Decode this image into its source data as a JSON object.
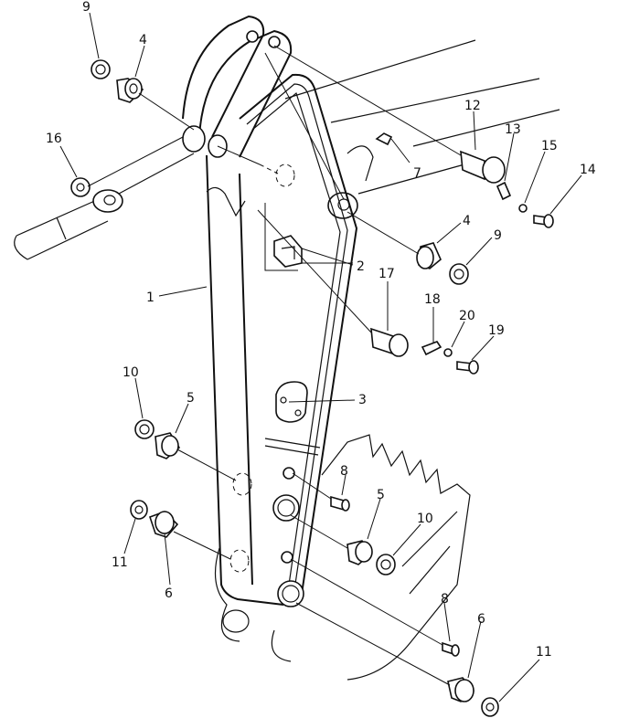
{
  "callouts": [
    {
      "id": "c9a",
      "text": "9"
    },
    {
      "id": "c4a",
      "text": "4"
    },
    {
      "id": "c16",
      "text": "16"
    },
    {
      "id": "c12",
      "text": "12"
    },
    {
      "id": "c13",
      "text": "13"
    },
    {
      "id": "c15",
      "text": "15"
    },
    {
      "id": "c14",
      "text": "14"
    },
    {
      "id": "c7",
      "text": "7"
    },
    {
      "id": "c4b",
      "text": "4"
    },
    {
      "id": "c9b",
      "text": "9"
    },
    {
      "id": "c2",
      "text": "2"
    },
    {
      "id": "c1",
      "text": "1"
    },
    {
      "id": "c17",
      "text": "17"
    },
    {
      "id": "c18",
      "text": "18"
    },
    {
      "id": "c20",
      "text": "20"
    },
    {
      "id": "c19",
      "text": "19"
    },
    {
      "id": "c10a",
      "text": "10"
    },
    {
      "id": "c5a",
      "text": "5"
    },
    {
      "id": "c3",
      "text": "3"
    },
    {
      "id": "c8a",
      "text": "8"
    },
    {
      "id": "c5b",
      "text": "5"
    },
    {
      "id": "c10b",
      "text": "10"
    },
    {
      "id": "c11a",
      "text": "11"
    },
    {
      "id": "c6a",
      "text": "6"
    },
    {
      "id": "c8b",
      "text": "8"
    },
    {
      "id": "c6b",
      "text": "6"
    },
    {
      "id": "c11b",
      "text": "11"
    }
  ]
}
